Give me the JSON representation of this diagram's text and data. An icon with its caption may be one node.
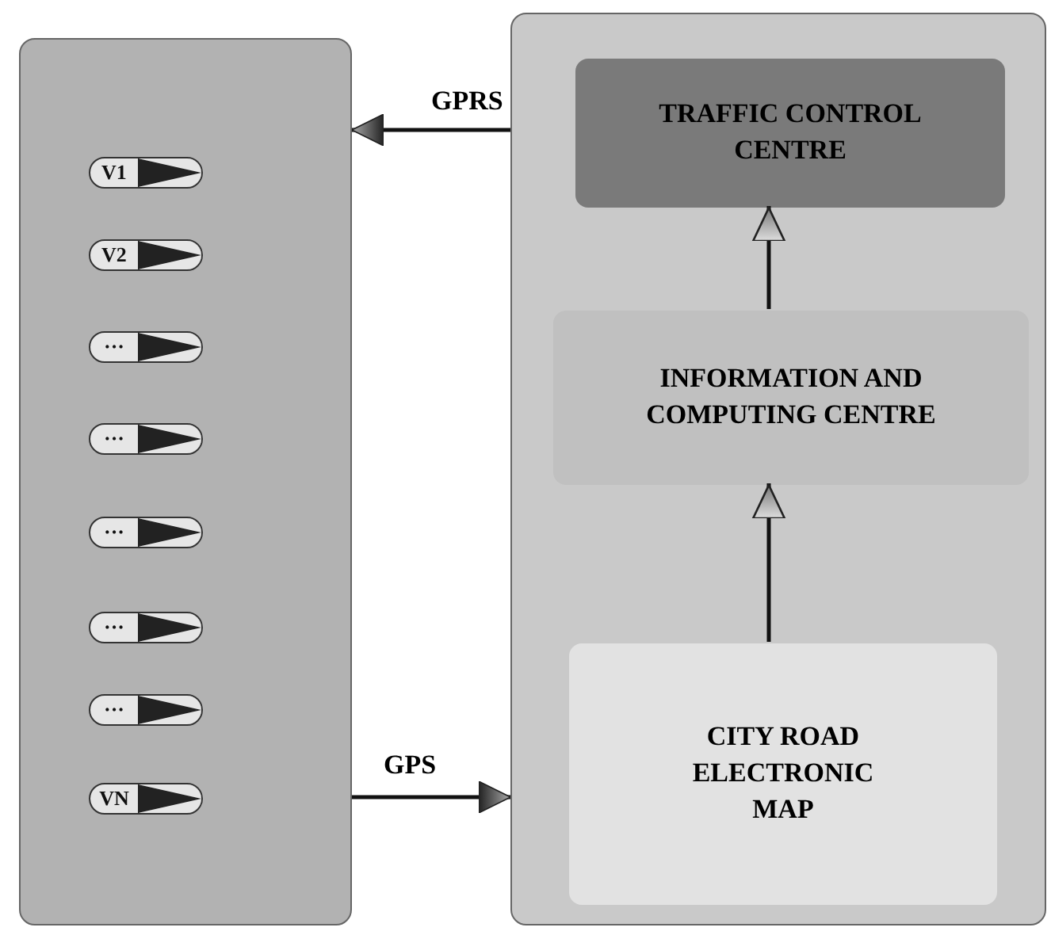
{
  "diagram": {
    "nodes": [
      {
        "text": [],
        "shape": "box"
      },
      {
        "text": [],
        "shape": "box"
      },
      {
        "text": [
          "TRAFFIC CONTROL CENTRE"
        ],
        "in": 1
      },
      {
        "text": [
          "INFORMATION AND COMPUTING CENTRE"
        ],
        "in": 1
      },
      {
        "text": [
          "CITY ROAD ELECTRONIC MAP"
        ],
        "in": 1
      },
      {
        "text": [
          "V1"
        ],
        "in": 0
      },
      {
        "text": [
          "V2"
        ],
        "in": 0
      },
      {
        "text": [
          "···"
        ],
        "in": 0
      },
      {
        "text": [
          "···"
        ],
        "in": 0
      },
      {
        "text": [
          "···"
        ],
        "in": 0
      },
      {
        "text": [
          "···"
        ],
        "in": 0
      },
      {
        "text": [
          "···"
        ],
        "in": 0
      },
      {
        "text": [
          "VN"
        ],
        "in": 0
      }
    ],
    "edges": [
      {
        "from": 1,
        "to": 0,
        "arrow": "to",
        "label": "GPRS"
      },
      {
        "from": 0,
        "to": 1,
        "arrow": "to",
        "label": "GPS"
      },
      {
        "from": 4,
        "to": 3,
        "arrow": "to"
      },
      {
        "from": 3,
        "to": 2,
        "arrow": "to"
      }
    ]
  }
}
